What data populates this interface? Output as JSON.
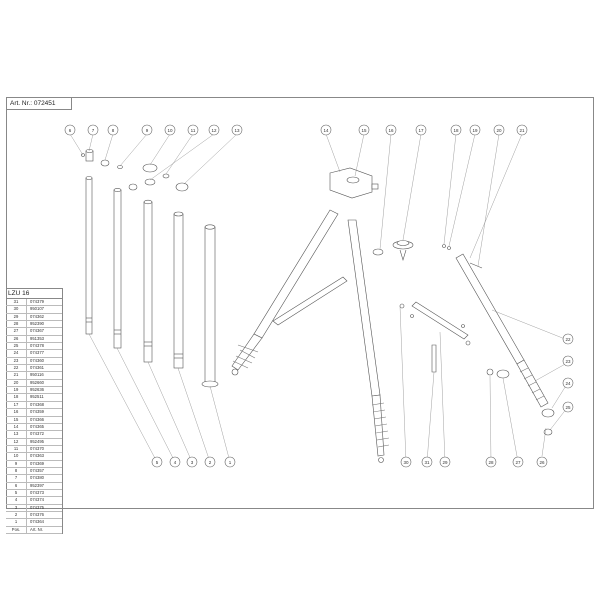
{
  "header": {
    "art_label": "Art. Nr.: 072451"
  },
  "table": {
    "title": "LZU 16",
    "rows": [
      {
        "pos": "31",
        "art": "074379"
      },
      {
        "pos": "30",
        "art": "950107"
      },
      {
        "pos": "29",
        "art": "074362"
      },
      {
        "pos": "28",
        "art": "952390"
      },
      {
        "pos": "27",
        "art": "074367"
      },
      {
        "pos": "26",
        "art": "951353"
      },
      {
        "pos": "25",
        "art": "074378"
      },
      {
        "pos": "24",
        "art": "074377"
      },
      {
        "pos": "23",
        "art": "074360"
      },
      {
        "pos": "22",
        "art": "074361"
      },
      {
        "pos": "21",
        "art": "950116"
      },
      {
        "pos": "20",
        "art": "952660"
      },
      {
        "pos": "19",
        "art": "952636"
      },
      {
        "pos": "18",
        "art": "952511"
      },
      {
        "pos": "17",
        "art": "074368"
      },
      {
        "pos": "16",
        "art": "074359"
      },
      {
        "pos": "15",
        "art": "074366"
      },
      {
        "pos": "14",
        "art": "074365"
      },
      {
        "pos": "13",
        "art": "074372"
      },
      {
        "pos": "12",
        "art": "952495"
      },
      {
        "pos": "11",
        "art": "074370"
      },
      {
        "pos": "10",
        "art": "074363"
      },
      {
        "pos": "9",
        "art": "074369"
      },
      {
        "pos": "8",
        "art": "074357"
      },
      {
        "pos": "7",
        "art": "074380"
      },
      {
        "pos": "6",
        "art": "952397"
      },
      {
        "pos": "5",
        "art": "074373"
      },
      {
        "pos": "4",
        "art": "074374"
      },
      {
        "pos": "3",
        "art": "074375"
      },
      {
        "pos": "2",
        "art": "074376"
      },
      {
        "pos": "1",
        "art": "074364"
      }
    ],
    "footer": {
      "pos": "Pos.",
      "art": "Art. Nr."
    }
  },
  "callouts": [
    "1",
    "2",
    "3",
    "4",
    "5",
    "6",
    "7",
    "8",
    "9",
    "10",
    "11",
    "12",
    "13",
    "14",
    "15",
    "16",
    "17",
    "18",
    "19",
    "20",
    "21",
    "22",
    "23",
    "24",
    "25",
    "26",
    "27",
    "28",
    "29",
    "30",
    "31"
  ]
}
